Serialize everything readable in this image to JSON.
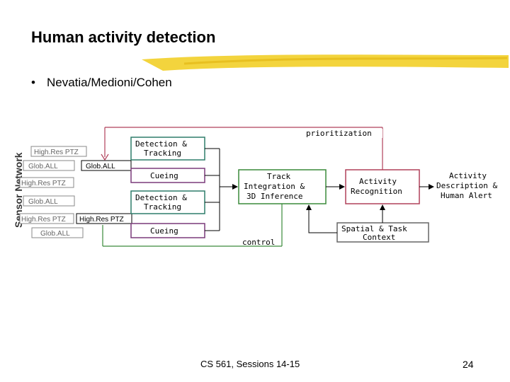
{
  "slide": {
    "title": "Human activity detection",
    "bullets": [
      "Nevatia/Medioni/Cohen"
    ],
    "footer": "CS 561,  Sessions 14-15",
    "page_number": "24"
  },
  "diagram": {
    "sensor_network_label": "Sensor Network",
    "sensors_left": [
      "High.Res PTZ",
      "Glob.ALL",
      "High.Res PTZ",
      "Glob.ALL",
      "High.Res PTZ",
      "Glob.ALL"
    ],
    "sensor_glob_mid": "Glob.ALL",
    "sensor_highres_mid": "High.Res PTZ",
    "detection_tracking_1": [
      "Detection &",
      "Tracking"
    ],
    "cueing_1": "Cueing",
    "detection_tracking_2": [
      "Detection &",
      "Tracking"
    ],
    "cueing_2": "Cueing",
    "track_integration": [
      "Track",
      "Integration &",
      "3D Inference"
    ],
    "activity_recognition": [
      "Activity",
      "Recognition"
    ],
    "activity_description": [
      "Activity",
      "Description &",
      "Human Alert"
    ],
    "spatial_task_context": [
      "Spatial & Task",
      "Context"
    ],
    "prioritization_label": "prioritization",
    "control_label": "control",
    "colors": {
      "teal_border": "#2e7d6a",
      "purple_border": "#7a3a7a",
      "green_border": "#3a8a3a",
      "pink_border": "#b0405a",
      "gray_border": "#888888",
      "highlighter": "#f2d233"
    }
  }
}
